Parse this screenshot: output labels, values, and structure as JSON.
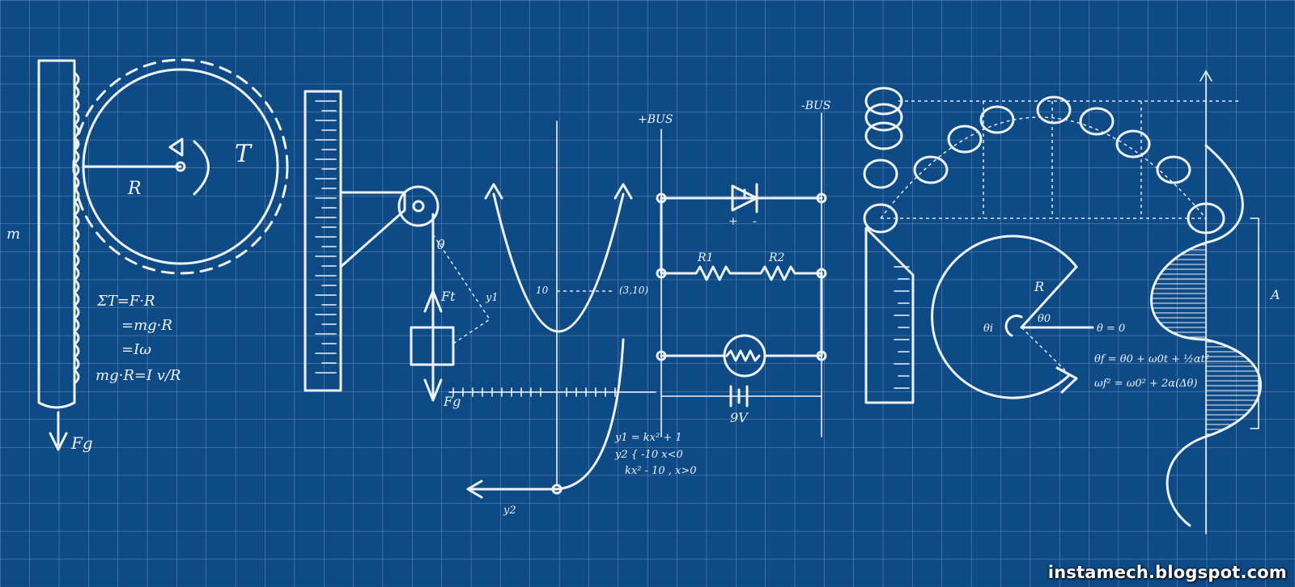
{
  "watermark": "instamech.blogspot.com",
  "colors": {
    "background": "#0d4a86",
    "grid": "#6f92bd",
    "chalk": "#eef3fa"
  },
  "letter_p": {
    "torque_symbol": "T",
    "radius_label": "R",
    "mass_label": "m",
    "force_label": "Fg",
    "eq1": "ΣT=F·R",
    "eq2": "=mg·R",
    "eq3": "=Iω",
    "eq4": "mg·R=I v/R"
  },
  "letter_h": {
    "force_top": "Ft",
    "force_bottom": "Fg",
    "angle": "θ"
  },
  "letter_y": {
    "tick_10": "10",
    "point": "(3,10)",
    "curve_y1": "y1",
    "curve_y2": "y2",
    "eq_y1": "y1 = kx² + 1",
    "eq_y2a": "y2 { -10  x<0",
    "eq_y2b": "kx² - 10 , x>0"
  },
  "letter_s": {
    "bus_plus": "+BUS",
    "bus_minus": "-BUS",
    "r1": "R1",
    "r2": "R2",
    "battery": "9V",
    "plus": "+",
    "minus": "-"
  },
  "letter_c": {
    "radius": "R",
    "theta_i": "θi",
    "theta_0": "θ0",
    "theta_zero": "θ = 0",
    "eq1": "θf = θ0 + ω0t + ½αt²",
    "eq2": "ωf² = ω0² + 2α(Δθ)"
  },
  "letter_s2": {
    "amplitude": "A"
  }
}
